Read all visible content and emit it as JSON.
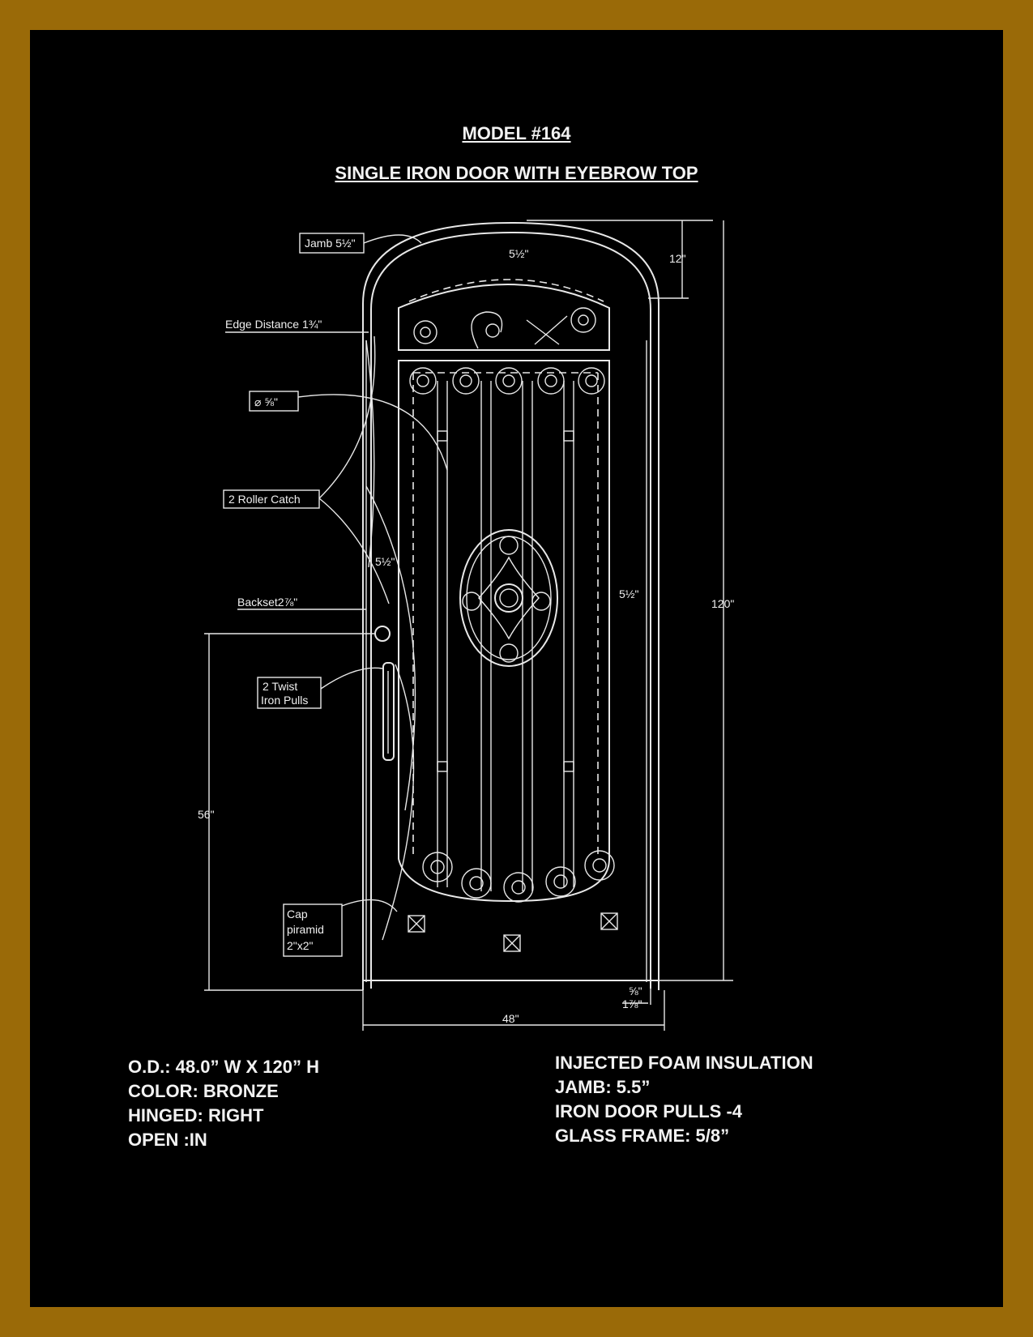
{
  "header": {
    "model": "MODEL #164",
    "subtitle": "SINGLE  IRON  DOOR  WITH EYEBROW TOP"
  },
  "callouts": {
    "jamb": "Jamb 5½\"",
    "edge_distance": "Edge Distance 1¾\"",
    "diameter": "⌀ ⅝\"",
    "roller_catch": "2 Roller Catch",
    "backset": "Backset2⅞\"",
    "twist_pulls_line1": "2 Twist",
    "twist_pulls_line2": "Iron Pulls",
    "cap_line1": "Cap",
    "cap_line2": "piramid",
    "cap_line3": "2\"x2\""
  },
  "dimensions": {
    "arch_top": "5½\"",
    "top_rise": "12\"",
    "left_side": "5½\"",
    "right_side": "5½\"",
    "total_height": "120\"",
    "handle_height": "56\"",
    "bottom_frac": "⅝\"",
    "bottom_frac2": "1⅞\"",
    "width": "48\""
  },
  "specs_left": [
    "O.D.: 48.0” W X 120” H",
    "COLOR: BRONZE",
    "HINGED: RIGHT",
    "OPEN :IN"
  ],
  "specs_right": [
    "INJECTED FOAM INSULATION",
    "JAMB: 5.5”",
    "IRON DOOR PULLS -4",
    "GLASS FRAME: 5/8”"
  ],
  "colors": {
    "border": "#9a6a08",
    "background": "#000000",
    "lines": "#e8e8e8"
  }
}
